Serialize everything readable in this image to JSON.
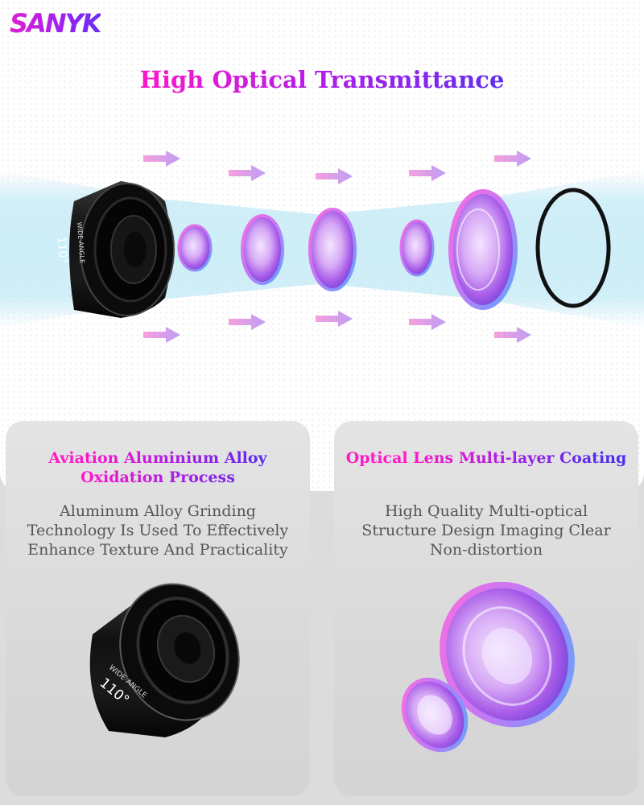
{
  "brand": {
    "logo": "SANYK"
  },
  "hero": {
    "title": "High Optical Transmittance",
    "lens_marking_type": "WIDE-ANGLE",
    "lens_marking_angle": "110°"
  },
  "features": [
    {
      "title_line1": "Aviation Aluminium Alloy",
      "title_line2": "Oxidation Process",
      "desc_line1": "Aluminum Alloy Grinding",
      "desc_line2": "Technology Is Used To Effectively",
      "desc_line3": "Enhance Texture And Practicality",
      "lens_marking_type": "WIDE-ANGLE",
      "lens_marking_angle": "110°"
    },
    {
      "title_line1": "Optical Lens Multi-layer Coating",
      "desc_line1": "High Quality Multi-optical",
      "desc_line2": "Structure Design Imaging Clear",
      "desc_line3": "Non-distortion"
    }
  ],
  "colors": {
    "accent_pink": "#ff18c8",
    "accent_violet": "#5a2ff0",
    "beam": "#c8ecf7",
    "card_bg": "#dcdcdc"
  },
  "icons": [
    "arrow-right-icon"
  ]
}
